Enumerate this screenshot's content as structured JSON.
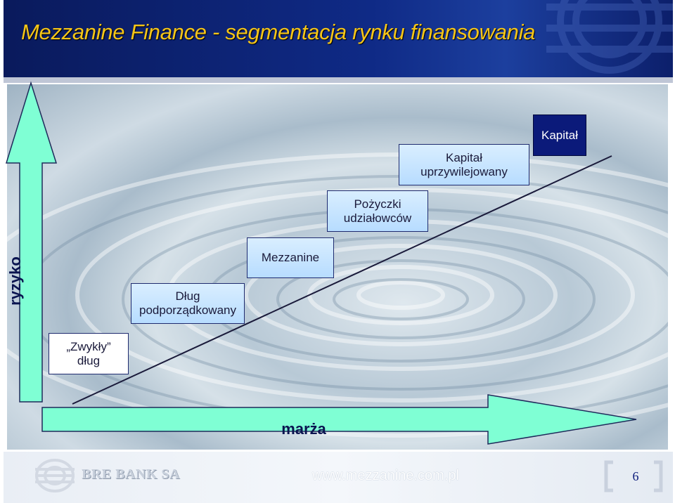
{
  "header": {
    "title": "Mezzanine Finance  - segmentacja rynku finansowania"
  },
  "diagram": {
    "y_axis_label": "ryzyko",
    "x_axis_label": "marża",
    "steps": [
      {
        "id": "zwykly-dlug",
        "lines": [
          "„Zwykły”",
          "dług"
        ]
      },
      {
        "id": "dlug-podporzadkowany",
        "lines": [
          "Dług",
          "podporządkowany"
        ]
      },
      {
        "id": "mezzanine",
        "lines": [
          "Mezzanine"
        ]
      },
      {
        "id": "pozyczki-udzialowcow",
        "lines": [
          "Pożyczki",
          "udziałowców"
        ]
      },
      {
        "id": "kapital-uprzywilejowany",
        "lines": [
          "Kapitał",
          "uprzywilejowany"
        ]
      },
      {
        "id": "kapital",
        "lines": [
          "Kapitał"
        ]
      }
    ],
    "colors": {
      "arrow_fill": "#7fffd4",
      "box_light": "#c5e3ff",
      "box_dark": "#0b1a7a",
      "title": "#f5c518"
    }
  },
  "footer": {
    "bank_name": "BRE BANK SA",
    "url": "www.mezzanine.com.pl",
    "page_number": "6"
  }
}
